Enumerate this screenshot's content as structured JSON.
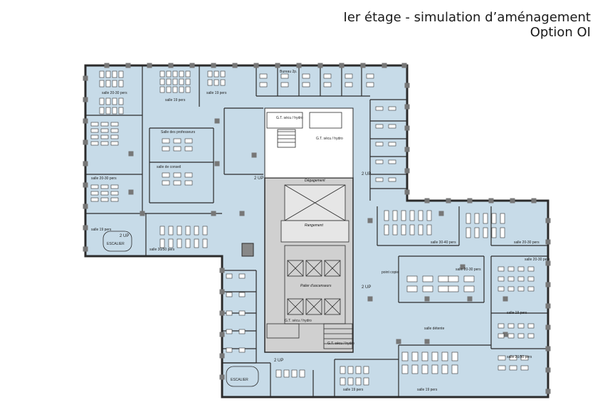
{
  "header": {
    "title_line1": "Ier étage - simulation d’aménagement",
    "title_line2": "Option OI"
  },
  "colors": {
    "floor": "#c7dbe8",
    "core": "#d0d0d0",
    "wall": "#2b2b2b",
    "furniture": "#ffffff"
  },
  "rooms": {
    "salle_20_30_tl": "salle 20-30 pers",
    "salle_19_top": "salle 19 pers",
    "salle_19_top2": "salle 19 pers",
    "salle_profs": "Salle des professeurs",
    "salle_conseil": "salle de conseil",
    "salle_20_30_left": "salle 20-30 pers",
    "salle_19_left": "salle 19 pers",
    "salle_30_50_left": "salle 30/50 pers",
    "degagement": "Dégagement",
    "rangement": "Rangement",
    "palier_ascenseurs": "Palier d'ascenseurs",
    "gt_1": "G.T. sécu / hydro",
    "gt_2": "G.T. sécu / hydro",
    "gt_3": "G.T. sécu / hydro",
    "gt_4": "G.T. sécu / hydro",
    "point_copie": "point copie",
    "salle_20_30_center": "salle 20-30 pers",
    "salle_30_40_right": "salle 30-40 pers",
    "salle_20_30_right_top": "salle 20-30 pers",
    "salle_20_30_right": "salle 20-30 pers",
    "salle_19_right": "salle 19 pers",
    "salle_detente": "salle détente",
    "salle_20_50_right": "salle 20/50 pers",
    "salle_19_bottom": "salle 19 pers",
    "salle_19_bottom2": "salle 19 pers",
    "bureau_2p": "Bureau 2p.",
    "two_up_1": "2 UP",
    "two_up_2": "2 UP",
    "two_up_3": "2 UP",
    "two_up_4": "2 UP",
    "two_up_5": "2 UP",
    "escalier_left": "ESCALIER",
    "escalier_bottom": "ESCALIER"
  }
}
